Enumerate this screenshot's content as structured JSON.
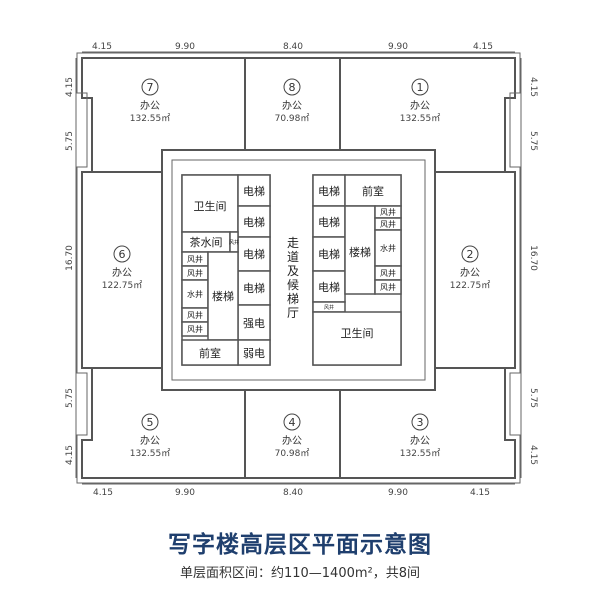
{
  "title": "写字楼高层区平面示意图",
  "subtitle": "单层面积区间：约110—1400m²，共8间",
  "dimensions": {
    "top": [
      "4.15",
      "9.90",
      "8.40",
      "9.90",
      "4.15"
    ],
    "bottom": [
      "4.15",
      "9.90",
      "8.40",
      "9.90",
      "4.15"
    ],
    "left": [
      "4.15",
      "5.75",
      "16.70",
      "5.75",
      "4.15"
    ],
    "right": [
      "4.15",
      "5.75",
      "16.70",
      "5.75",
      "4.15"
    ]
  },
  "offices": [
    {
      "num": "7",
      "label": "办公",
      "area": "132.55㎡"
    },
    {
      "num": "8",
      "label": "办公",
      "area": "70.98㎡"
    },
    {
      "num": "1",
      "label": "办公",
      "area": "132.55㎡"
    },
    {
      "num": "6",
      "label": "办公",
      "area": "122.75㎡"
    },
    {
      "num": "2",
      "label": "办公",
      "area": "122.75㎡"
    },
    {
      "num": "5",
      "label": "办公",
      "area": "132.55㎡"
    },
    {
      "num": "4",
      "label": "办公",
      "area": "70.98㎡"
    },
    {
      "num": "3",
      "label": "办公",
      "area": "132.55㎡"
    }
  ],
  "core": {
    "hall": [
      "走",
      "道",
      "及",
      "候",
      "梯",
      "厅"
    ],
    "left": {
      "restroom": "卫生间",
      "elevators": [
        "电梯",
        "电梯",
        "电梯",
        "电梯"
      ],
      "tea_room": "茶水间",
      "tea_small": "风井",
      "shafts": [
        "风井",
        "风井",
        "水井",
        "风井",
        "风井"
      ],
      "stairs": "楼梯",
      "strong_power": "强电",
      "weak_power": "弱电",
      "lobby": "前室"
    },
    "right": {
      "elevators": [
        "电梯",
        "电梯",
        "电梯",
        "电梯"
      ],
      "lobby": "前室",
      "stairs": "楼梯",
      "shafts": [
        "风井",
        "风井",
        "水井",
        "风井",
        "风井"
      ],
      "small": "风井",
      "restroom": "卫生间"
    }
  }
}
